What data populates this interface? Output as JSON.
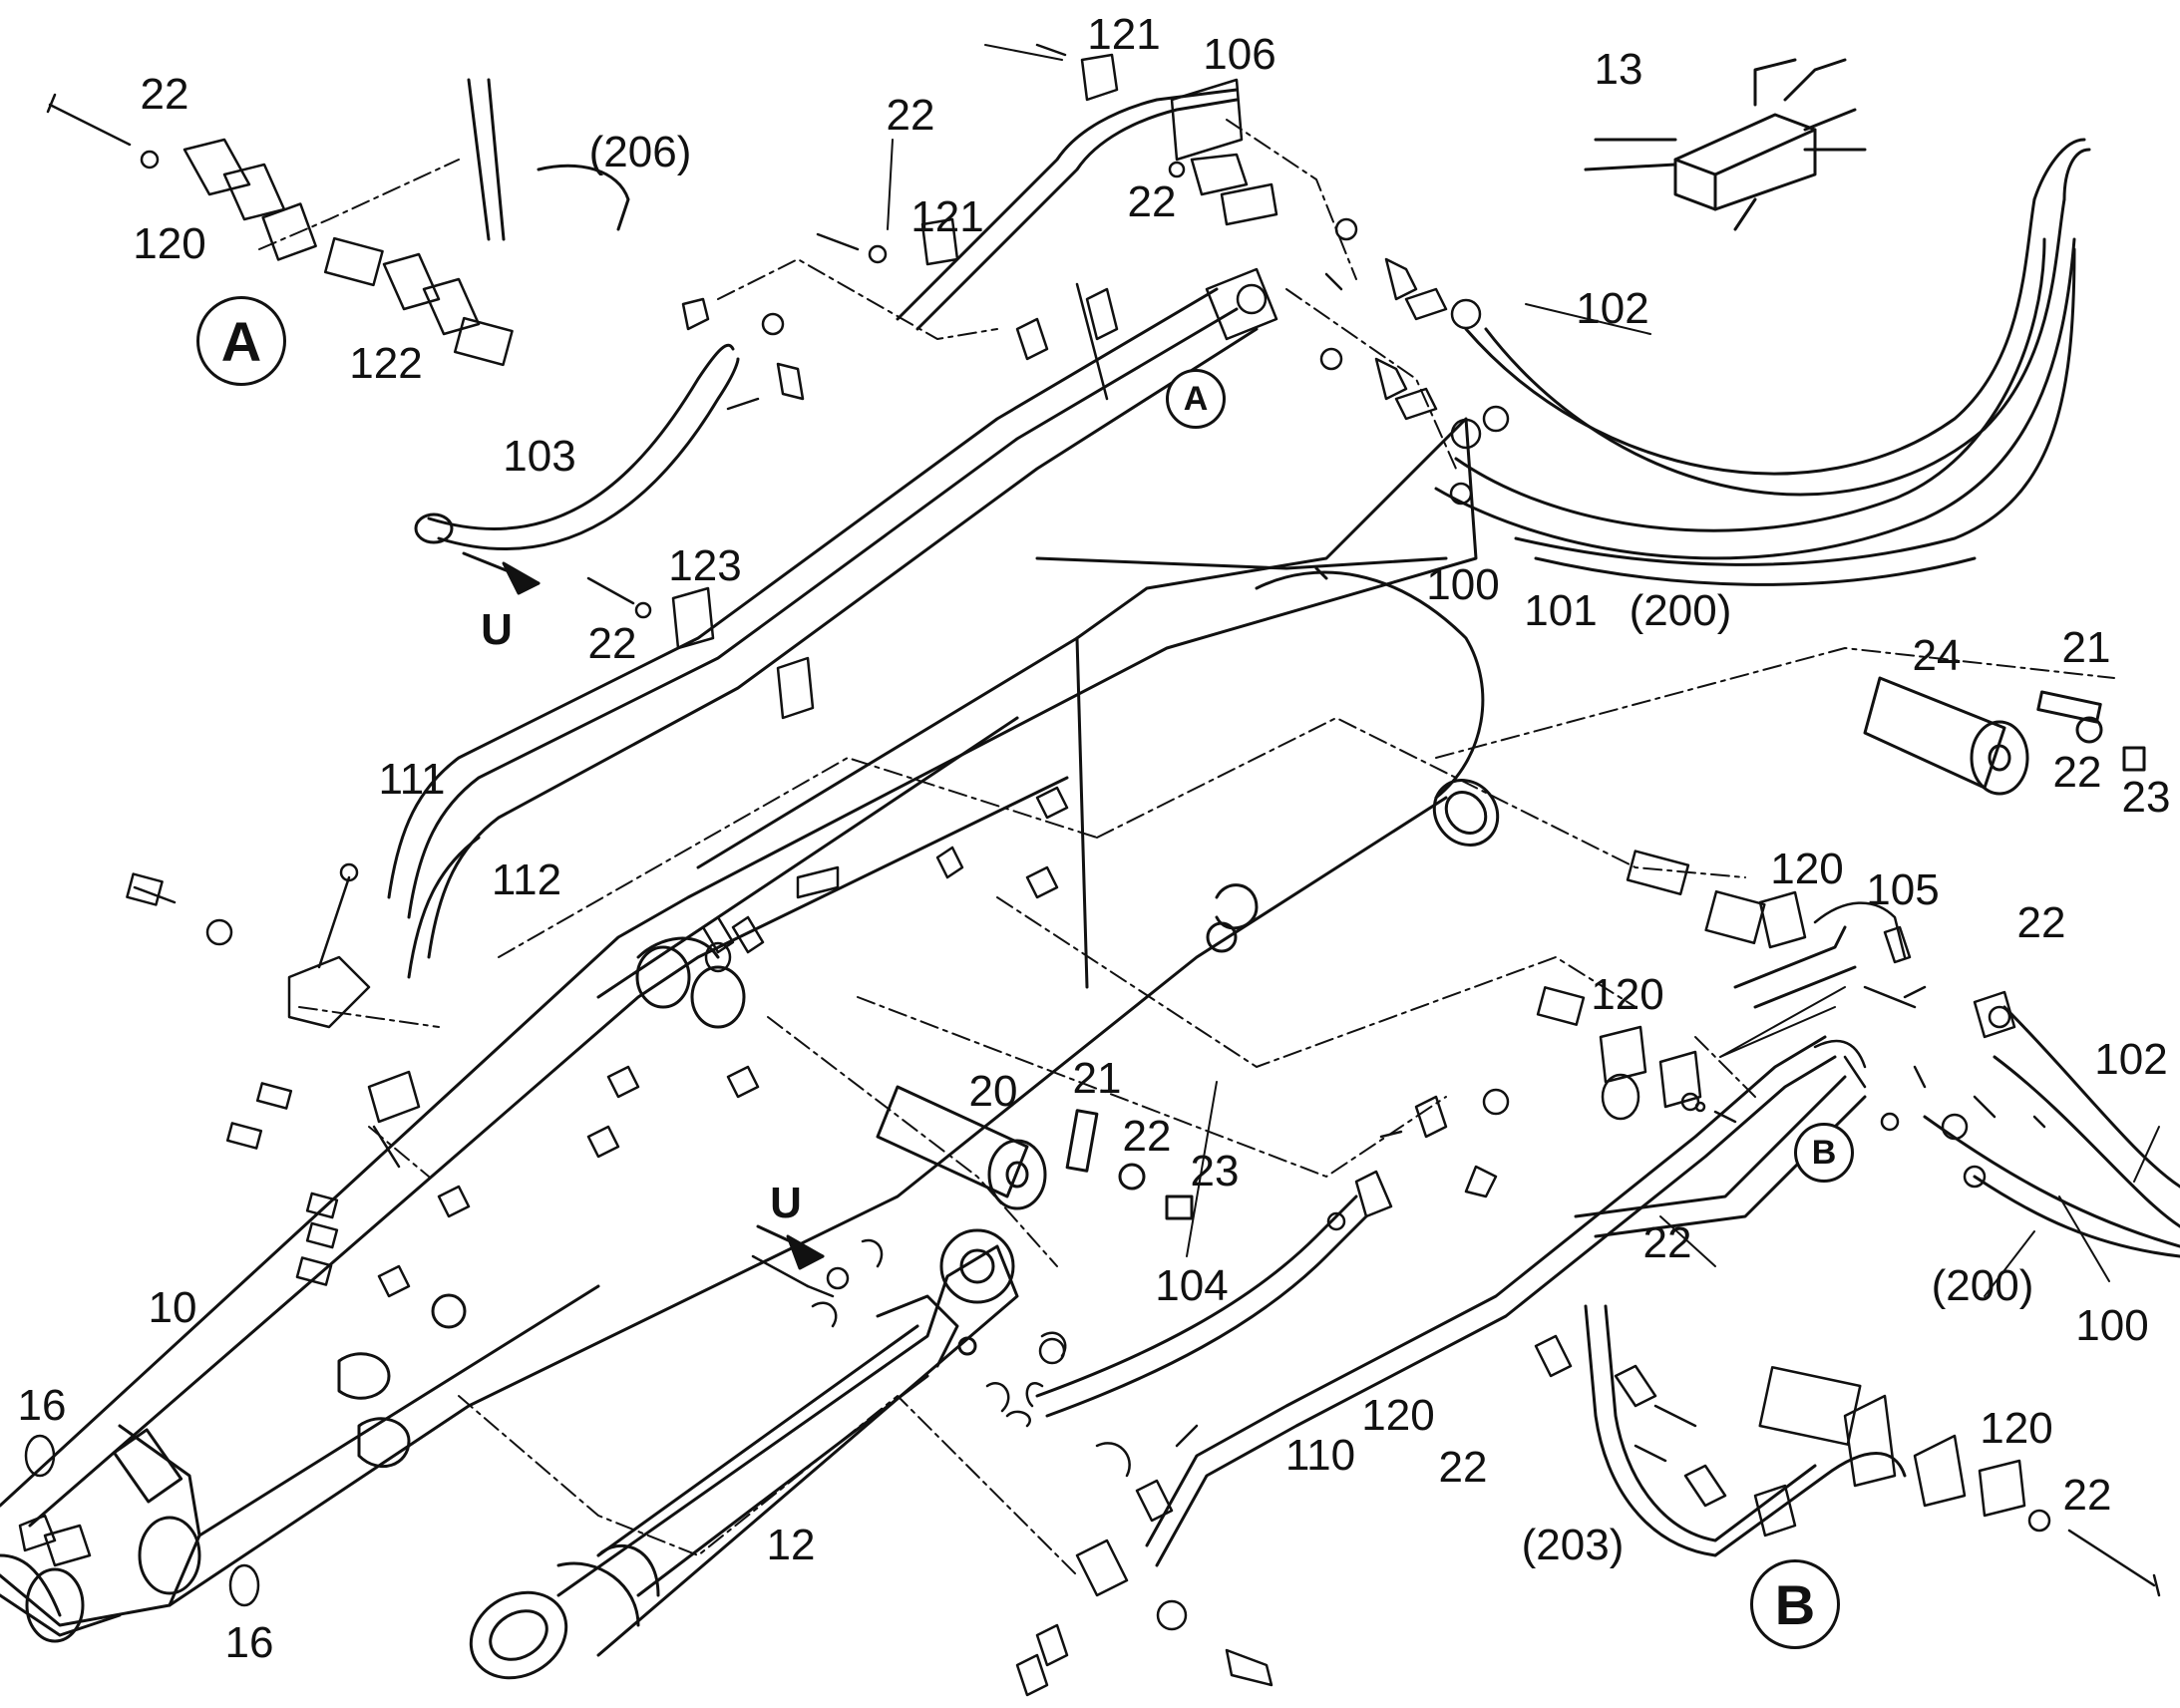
{
  "callouts": {
    "n10": "10",
    "n12": "12",
    "n13": "13",
    "n16a": "16",
    "n16b": "16",
    "n20": "20",
    "n21a": "21",
    "n21b": "21",
    "n22_1": "22",
    "n22_2": "22",
    "n22_3": "22",
    "n22_4": "22",
    "n22_5": "22",
    "n22_6": "22",
    "n22_7": "22",
    "n22_8": "22",
    "n22_9": "22",
    "n22_10": "22",
    "n23a": "23",
    "n23b": "23",
    "n24": "24",
    "n100a": "100",
    "n100b": "100",
    "n101": "101",
    "n102a": "102",
    "n102b": "102",
    "n103": "103",
    "n104": "104",
    "n105": "105",
    "n106": "106",
    "n110": "110",
    "n111": "111",
    "n112": "112",
    "n120a": "120",
    "n120b": "120",
    "n120c": "120",
    "n120d": "120",
    "n120e": "120",
    "n121a": "121",
    "n121b": "121",
    "n122": "122",
    "n123": "123",
    "n200a": "(200)",
    "n200b": "(200)",
    "n203": "(203)",
    "n206": "(206)",
    "u1": "U",
    "u2": "U"
  },
  "views": {
    "a_big": "A",
    "a_small": "A",
    "b_big": "B",
    "b_small": "B"
  }
}
